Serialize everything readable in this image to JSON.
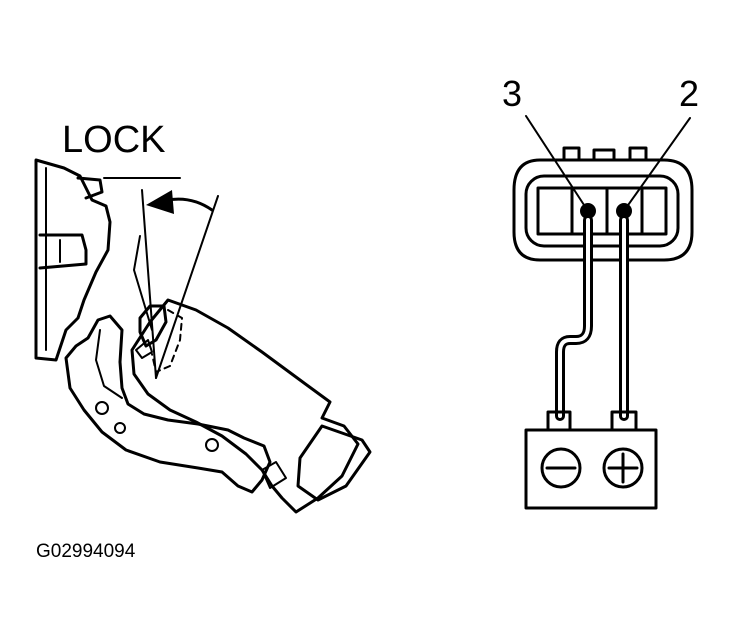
{
  "figure": {
    "lock_label": "LOCK",
    "terminals": [
      {
        "label": "3",
        "polarity": "negative"
      },
      {
        "label": "2",
        "polarity": "positive"
      }
    ],
    "battery_symbols": [
      "−",
      "+"
    ],
    "figure_code": "G02994094"
  },
  "colors": {
    "ink": "#000000",
    "paper": "#ffffff"
  }
}
